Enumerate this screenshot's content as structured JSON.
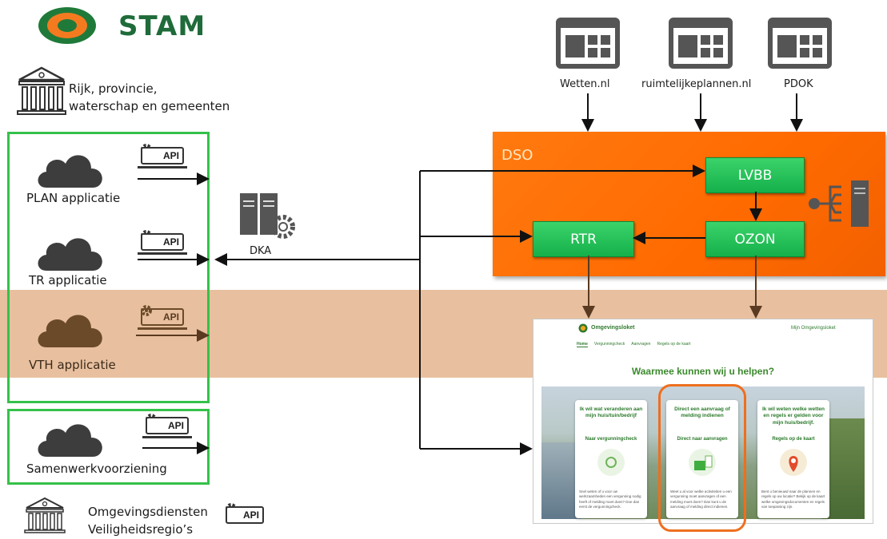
{
  "logo": {
    "name": "STAM"
  },
  "government": {
    "line1": "Rijk, provincie,",
    "line2": "waterschap en gemeenten"
  },
  "applications": [
    {
      "name": "PLAN applicatie",
      "api": "API"
    },
    {
      "name": "TR applicatie",
      "api": "API"
    },
    {
      "name": "VTH applicatie",
      "api": "API"
    },
    {
      "name": "Samenwerkvoorziening",
      "api": "API"
    }
  ],
  "dka": {
    "label": "DKA"
  },
  "sources": [
    "Wetten.nl",
    "ruimtelijkeplannen.nl",
    "PDOK"
  ],
  "dso": {
    "title": "DSO",
    "lvbb": "LVBB",
    "rtr": "RTR",
    "ozon": "OZON"
  },
  "bottom": {
    "line1": "Omgevingsdiensten",
    "line2": "Veiligheidsregio’s",
    "api": "API"
  },
  "portal": {
    "brand": "Omgevingsloket",
    "account": "Mijn Omgevingsloket",
    "nav": [
      "Home",
      "Vergunningcheck",
      "Aanvragen",
      "Regels op de kaart"
    ],
    "heading": "Waarmee kunnen wij u helpen?",
    "cards": [
      {
        "title": "Ik wil wat veranderen aan mijn huis/tuin/bedrijf",
        "link": "Naar vergunningcheck",
        "body": "Snel weten of u voor uw werkzaamheden een vergunning nodig heeft of melding moet doen? Doe dan eerst de vergunningcheck."
      },
      {
        "title": "Direct een aanvraag of melding indienen",
        "link": "Direct naar aanvragen",
        "body": "Weet u al voor welke activiteiten u een vergunning moet aanvragen of een melding moet doen? Dan kunt u de aanvraag of melding direct indienen."
      },
      {
        "title": "Ik wil weten welke wetten en regels er gelden voor mijn huis/bedrijf.",
        "link": "Regels op de kaart",
        "body": "Bent u benieuwd naar de plannen en regels op uw locatie? Bekijk op de kaart welke omgevingsdocumenten en regels van toepassing zijn."
      }
    ]
  },
  "colors": {
    "green": "#35c14a",
    "orange": "#ff6f00",
    "band": "#d68c50",
    "dark_green": "#1f6b3a"
  }
}
